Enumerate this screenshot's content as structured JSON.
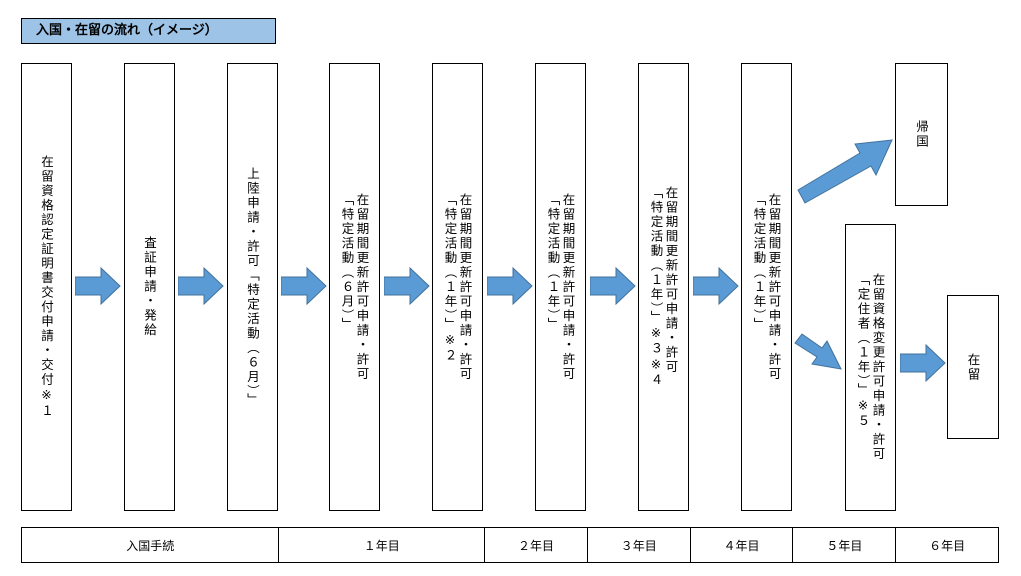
{
  "title": "入国・在留の流れ（イメージ）",
  "steps": [
    {
      "text": "在留資格認定証明書交付申請・交付※１"
    },
    {
      "text": "査証申請・発給"
    },
    {
      "text": "上陸申請・許可「特定活動（６月）」"
    },
    {
      "text": "在留期間更新許可申請・許可\n「特定活動（６月）」"
    },
    {
      "text": "在留期間更新許可申請・許可\n「特定活動（１年）」※２"
    },
    {
      "text": "在留期間更新許可申請・許可\n「特定活動（１年）」"
    },
    {
      "text": "在留期間更新許可申請・許可\n「特定活動（１年）」※３※４"
    },
    {
      "text": "在留期間更新許可申請・許可\n「特定活動（１年）」"
    },
    {
      "text": "帰国"
    },
    {
      "text": "在留資格変更許可申請・許可\n「定住者（１年）」※５"
    },
    {
      "text": "在留"
    }
  ],
  "timeline": [
    "入国手続",
    "１年目",
    "２年目",
    "３年目",
    "４年目",
    "５年目",
    "６年目"
  ],
  "colors": {
    "title_bg": "#9dc3e6",
    "arrow": "#5b9bd5",
    "arrow_stroke": "#41719c"
  }
}
